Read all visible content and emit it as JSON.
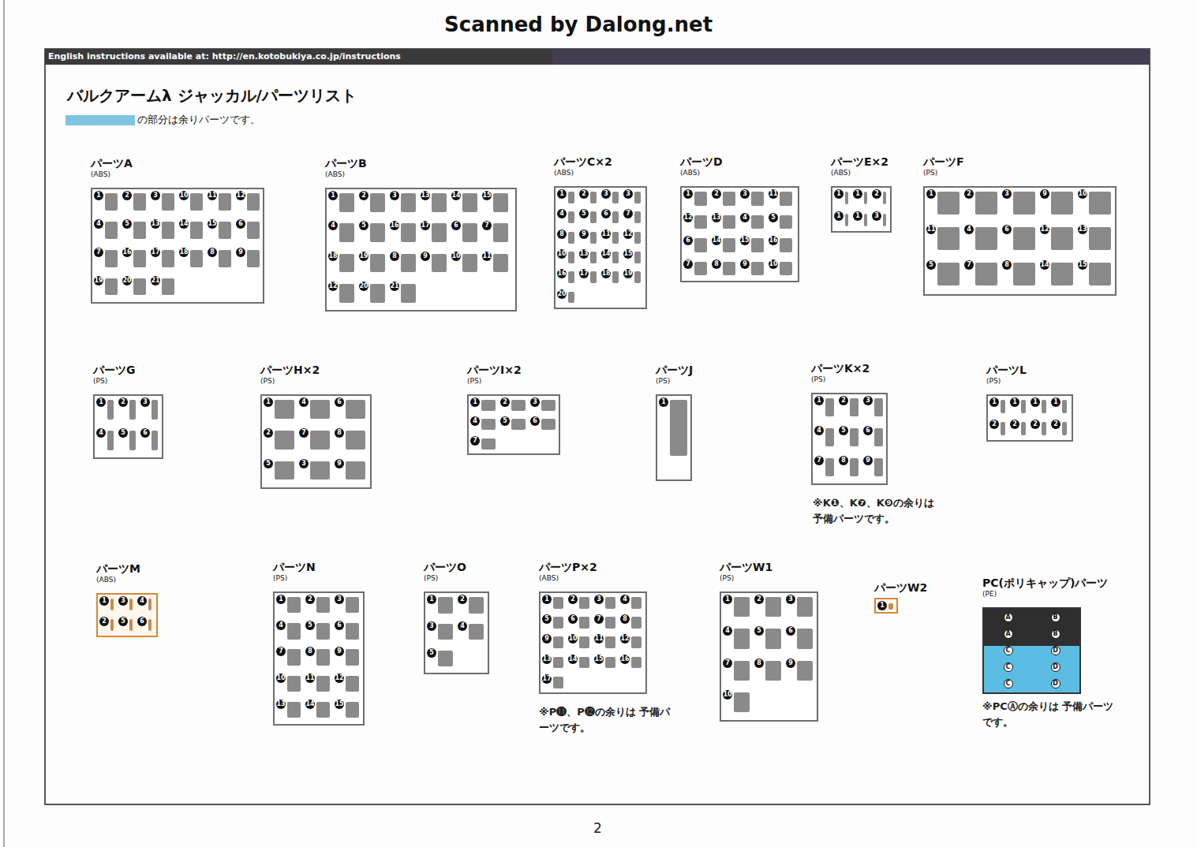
{
  "diagram": {
    "title": "バルクアームλ ジャッカル/パーツリスト",
    "nodes": [
      {
        "text": [
          "パーツA",
          "(ABS)",
          "1",
          "2",
          "3",
          "10",
          "11",
          "12",
          "4",
          "5",
          "13",
          "14",
          "15",
          "6",
          "7",
          "16",
          "17",
          "18",
          "8",
          "9",
          "19",
          "20",
          "21"
        ]
      },
      {
        "text": [
          "パーツB",
          "(ABS)",
          "1",
          "2",
          "3",
          "13",
          "14",
          "15",
          "4",
          "5",
          "16",
          "17",
          "6",
          "7",
          "18",
          "19",
          "8",
          "9",
          "10",
          "11",
          "12",
          "20",
          "21"
        ]
      },
      {
        "text": [
          "パーツC×2",
          "(ABS)",
          "1",
          "2",
          "3",
          "3",
          "4",
          "5",
          "6",
          "7",
          "8",
          "9",
          "11",
          "12",
          "10",
          "13",
          "14",
          "15",
          "16",
          "17",
          "18",
          "19",
          "20"
        ]
      },
      {
        "text": [
          "パーツD",
          "(ABS)",
          "1",
          "2",
          "3",
          "11",
          "12",
          "13",
          "4",
          "5",
          "6",
          "14",
          "15",
          "16",
          "7",
          "8",
          "9",
          "10"
        ]
      },
      {
        "text": [
          "パーツE×2",
          "(ABS)",
          "1",
          "1",
          "2",
          "1",
          "1",
          "3"
        ]
      },
      {
        "text": [
          "パーツF",
          "(PS)",
          "1",
          "2",
          "3",
          "9",
          "10",
          "11",
          "4",
          "6",
          "12",
          "13",
          "5",
          "7",
          "8",
          "14",
          "15"
        ]
      },
      {
        "text": [
          "パーツG",
          "(PS)",
          "1",
          "2",
          "3",
          "4",
          "5",
          "6"
        ]
      },
      {
        "text": [
          "パーツH×2",
          "(PS)",
          "1",
          "4",
          "6",
          "2",
          "7",
          "8",
          "5",
          "3",
          "9"
        ]
      },
      {
        "text": [
          "パーツI×2",
          "(PS)",
          "1",
          "2",
          "3",
          "4",
          "5",
          "6",
          "7"
        ]
      },
      {
        "text": [
          "パーツJ",
          "(PS)",
          "1"
        ]
      },
      {
        "text": [
          "パーツK×2",
          "(PS)",
          "1",
          "2",
          "3",
          "4",
          "5",
          "6",
          "7",
          "8",
          "9"
        ]
      },
      {
        "text": [
          "パーツL",
          "(PS)",
          "1",
          "1",
          "1",
          "1",
          "2",
          "2",
          "2",
          "2"
        ]
      },
      {
        "text": [
          "パーツM",
          "(ABS)",
          "1",
          "3",
          "4",
          "2",
          "5",
          "6"
        ]
      },
      {
        "text": [
          "パーツN",
          "(PS)",
          "1",
          "2",
          "3",
          "4",
          "5",
          "6",
          "7",
          "8",
          "9",
          "10",
          "11",
          "12",
          "13",
          "14",
          "15"
        ]
      },
      {
        "text": [
          "パーツO",
          "(PS)",
          "1",
          "2",
          "3",
          "4",
          "5"
        ]
      },
      {
        "text": [
          "パーツP×2",
          "(ABS)",
          "1",
          "2",
          "3",
          "4",
          "5",
          "6",
          "7",
          "8",
          "9",
          "10",
          "11",
          "12",
          "13",
          "14",
          "15",
          "16",
          "17"
        ]
      },
      {
        "text": [
          "パーツW1",
          "(PS)",
          "1",
          "2",
          "3",
          "4",
          "5",
          "6",
          "7",
          "8",
          "9",
          "10"
        ]
      },
      {
        "text": [
          "パーツW2",
          "1"
        ]
      },
      {
        "text": [
          "PC(ポリキャップ)パーツ",
          "(PE)",
          "A",
          "B",
          "A",
          "B",
          "C",
          "D",
          "C",
          "D",
          "C",
          "D"
        ]
      }
    ],
    "labels": [
      "Scanned by Dalong.net",
      "English instructions available at: http://en.kotobukiya.co.jp/instructions",
      "※K❶、K❼、K❾の余りは 予備パーツです。",
      "※P⓫、P⓬の余りは 予備パーツです。",
      "※PCⒶの余りは 予備パーツです。",
      "2"
    ],
    "legend": [
      {
        "text": "の部分は余りパーツです。",
        "color": "#7fc4e0"
      }
    ]
  }
}
